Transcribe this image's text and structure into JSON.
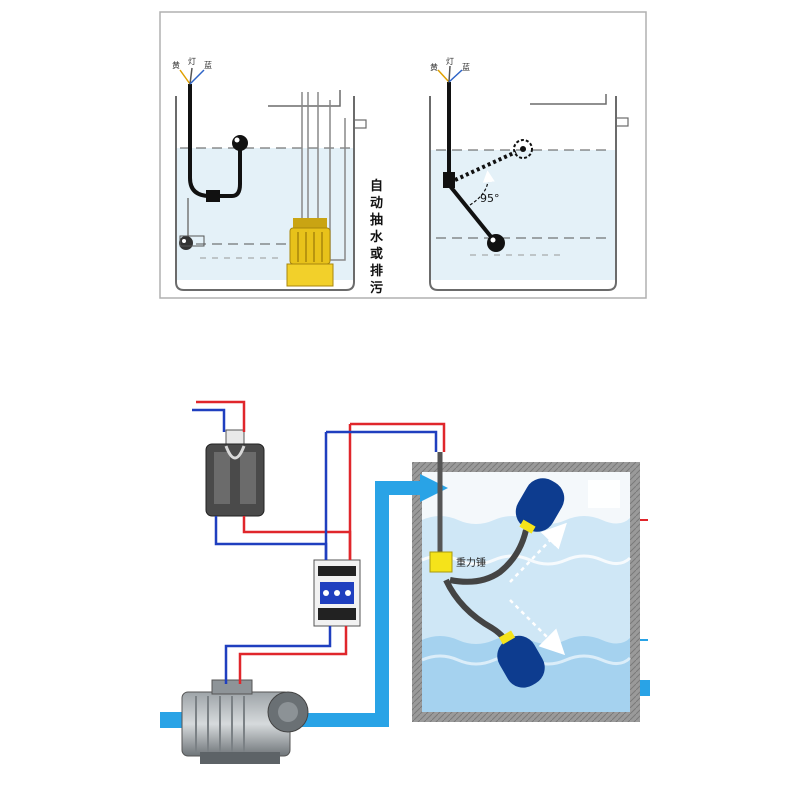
{
  "top_panel": {
    "heading": "",
    "wire_labels": [
      "黄",
      "灯",
      "蓝"
    ],
    "side_label": [
      "自",
      "动",
      "抽",
      "水",
      "或",
      "排",
      "污"
    ],
    "angle_label": "95°"
  },
  "bottom_panel": {
    "weight_label": "重力锤"
  },
  "colors": {
    "water_light": "#cfe9f7",
    "water_mid": "#a9d6f0",
    "pipe_blue": "#29a3e6",
    "wire_red": "#e0262b",
    "wire_blue": "#1f3fbf",
    "float_navy": "#0d3c8f",
    "weight_yellow": "#f5e31a",
    "pump_yellow": "#e8c21a",
    "tank_wall": "#8c8c8c"
  }
}
